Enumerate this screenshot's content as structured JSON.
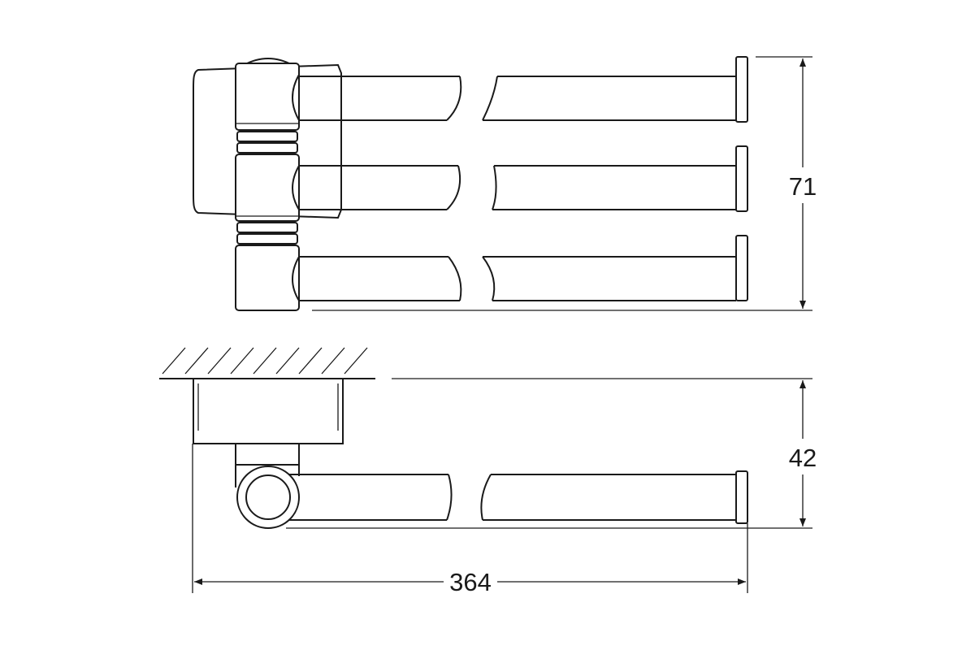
{
  "dimensions": {
    "height_top_view": "71",
    "height_side_view": "42",
    "overall_length": "364"
  }
}
